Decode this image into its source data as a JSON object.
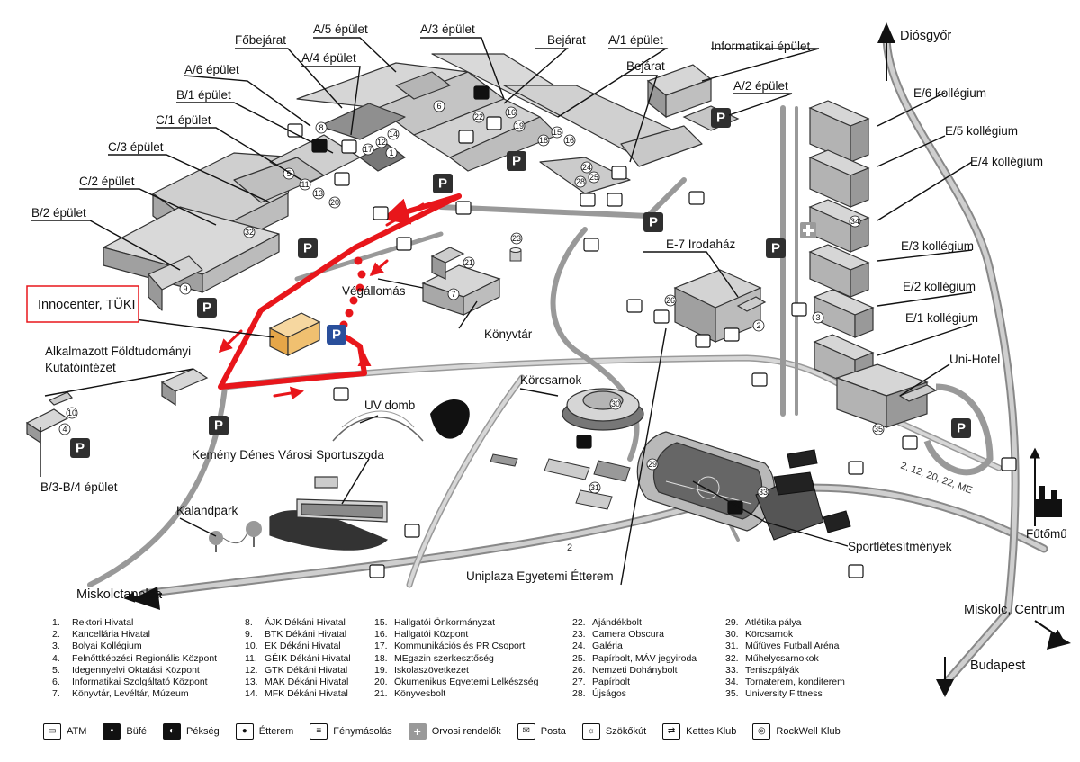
{
  "map": {
    "buildings": {
      "A5": "A/5 épület",
      "A3": "A/3 épület",
      "A1": "A/1 épület",
      "A2": "A/2 épület",
      "A4": "A/4 épület",
      "A6": "A/6 épület",
      "B1": "B/1 épület",
      "C1": "C/1 épület",
      "C3": "C/3 épület",
      "C2": "C/2 épület",
      "B2": "B/2 épület",
      "B3B4": "B/3-B/4 épület",
      "fobejarat": "Főbejárat",
      "bejarat1": "Bejárat",
      "bejarat2": "Bejárat",
      "informatikai": "Informatikai épület",
      "e6": "E/6 kollégium",
      "e5": "E/5 kollégium",
      "e4": "E/4 kollégium",
      "e3": "E/3 kollégium",
      "e2": "E/2 kollégium",
      "e1": "E/1 kollégium",
      "e7": "E-7 Irodaház",
      "unihotel": "Uni-Hotel",
      "innocenter": "Innocenter, TÜKI",
      "afki_line1": "Alkalmazott Földtudományi",
      "afki_line2": "Kutatóintézet",
      "vegallomas": "Végállomás",
      "konyvtar": "Könyvtár",
      "korcsarnok": "Körcsarnok",
      "uvdomb": "UV domb",
      "sportuszoda": "Kemény Dénes Városi Sportuszoda",
      "kalandpark": "Kalandpark",
      "sportletesitmenyek": "Sportlétesítmények",
      "uniplaza": "Uniplaza Egyetemi Étterem",
      "futomu": "Fűtőmű"
    },
    "directions": {
      "diosgyor": "Diósgyőr",
      "miskolctapolca": "Miskolctapolca",
      "centrum": "Miskolc, Centrum",
      "budapest": "Budapest"
    },
    "bus_lines": "2, 12, 20, 22, ME",
    "road_number": "2",
    "parking": "P"
  },
  "legend": {
    "col1": [
      {
        "n": "1.",
        "t": "Rektori Hivatal"
      },
      {
        "n": "2.",
        "t": "Kancellária Hivatal"
      },
      {
        "n": "3.",
        "t": "Bolyai Kollégium"
      },
      {
        "n": "4.",
        "t": "Felnőttképzési Regionális Központ"
      },
      {
        "n": "5.",
        "t": "Idegennyelvi Oktatási Központ"
      },
      {
        "n": "6.",
        "t": "Informatikai Szolgáltató Központ"
      },
      {
        "n": "7.",
        "t": "Könyvtár, Levéltár, Múzeum"
      }
    ],
    "col2": [
      {
        "n": "8.",
        "t": "ÁJK Dékáni Hivatal"
      },
      {
        "n": "9.",
        "t": "BTK Dékáni Hivatal"
      },
      {
        "n": "10.",
        "t": "EK Dékáni Hivatal"
      },
      {
        "n": "11.",
        "t": "GÉIK Dékáni Hivatal"
      },
      {
        "n": "12.",
        "t": "GTK Dékáni Hivatal"
      },
      {
        "n": "13.",
        "t": "MAK Dékáni Hivatal"
      },
      {
        "n": "14.",
        "t": "MFK Dékáni Hivatal"
      }
    ],
    "col3": [
      {
        "n": "15.",
        "t": "Hallgatói Önkormányzat"
      },
      {
        "n": "16.",
        "t": "Hallgatói Központ"
      },
      {
        "n": "17.",
        "t": "Kommunikációs és PR Csoport"
      },
      {
        "n": "18.",
        "t": "MEgazin szerkesztőség"
      },
      {
        "n": "19.",
        "t": "Iskolaszövetkezet"
      },
      {
        "n": "20.",
        "t": "Ökumenikus Egyetemi Lelkészség"
      },
      {
        "n": "21.",
        "t": "Könyvesbolt"
      }
    ],
    "col4": [
      {
        "n": "22.",
        "t": "Ajándékbolt"
      },
      {
        "n": "23.",
        "t": "Camera Obscura"
      },
      {
        "n": "24.",
        "t": "Galéria"
      },
      {
        "n": "25.",
        "t": "Papírbolt, MÁV jegyiroda"
      },
      {
        "n": "26.",
        "t": "Nemzeti Dohánybolt"
      },
      {
        "n": "27.",
        "t": "Papírbolt"
      },
      {
        "n": "28.",
        "t": "Újságos"
      }
    ],
    "col5": [
      {
        "n": "29.",
        "t": "Atlétika pálya"
      },
      {
        "n": "30.",
        "t": "Körcsarnok"
      },
      {
        "n": "31.",
        "t": "Műfüves Futball Aréna"
      },
      {
        "n": "32.",
        "t": "Műhelycsarnokok"
      },
      {
        "n": "33.",
        "t": "Teniszpályák"
      },
      {
        "n": "34.",
        "t": "Tornaterem, konditerem"
      },
      {
        "n": "35.",
        "t": "University Fittness"
      }
    ]
  },
  "icons": [
    {
      "name": "atm-icon",
      "label": "ATM"
    },
    {
      "name": "bufe-icon",
      "label": "Büfé"
    },
    {
      "name": "pekseg-icon",
      "label": "Pékség"
    },
    {
      "name": "etterem-icon",
      "label": "Étterem"
    },
    {
      "name": "fenymasolas-icon",
      "label": "Fénymásolás"
    },
    {
      "name": "orvosi-icon",
      "label": "Orvosi rendelők"
    },
    {
      "name": "posta-icon",
      "label": "Posta"
    },
    {
      "name": "szokokut-icon",
      "label": "Szökőkút"
    },
    {
      "name": "kettes-klub-icon",
      "label": "Kettes Klub"
    },
    {
      "name": "rockwell-icon",
      "label": "RockWell Klub"
    }
  ],
  "colors": {
    "route": "#e8161b",
    "building_fill": "#d9d9d9",
    "road": "#9a9a9a",
    "highlight": "#f0c070"
  }
}
